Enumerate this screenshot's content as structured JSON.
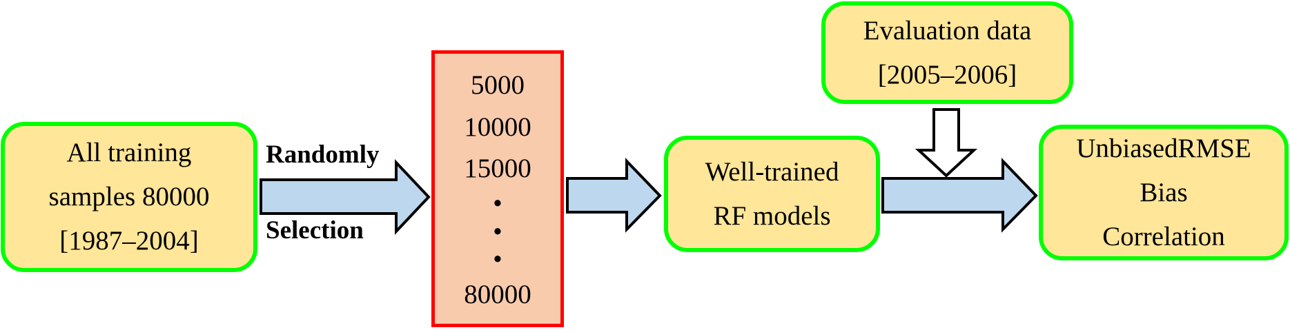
{
  "diagram": {
    "training_box": {
      "lines": [
        "All training",
        "samples 80000",
        "[1987–2004]"
      ]
    },
    "selection_label": {
      "top": "Randomly",
      "bottom": "Selection"
    },
    "sample_sizes_box": {
      "lines": [
        "5000",
        "10000",
        "15000",
        "•",
        "•",
        "•",
        "80000"
      ],
      "sizes": [
        5000,
        10000,
        15000,
        80000
      ]
    },
    "models_box": {
      "lines": [
        "Well-trained",
        "RF models"
      ]
    },
    "evaluation_box": {
      "lines": [
        "Evaluation data",
        "[2005–2006]"
      ]
    },
    "metrics_box": {
      "lines": [
        "UnbiasedRMSE",
        "Bias",
        "Correlation"
      ]
    },
    "colors": {
      "box_fill": "#FFE699",
      "box_border": "#00FF00",
      "sample_box_fill": "#F8CBAD",
      "sample_box_border": "#FF0000",
      "arrow_fill": "#BDD7EE",
      "down_arrow_fill": "#FFFFFF"
    }
  }
}
